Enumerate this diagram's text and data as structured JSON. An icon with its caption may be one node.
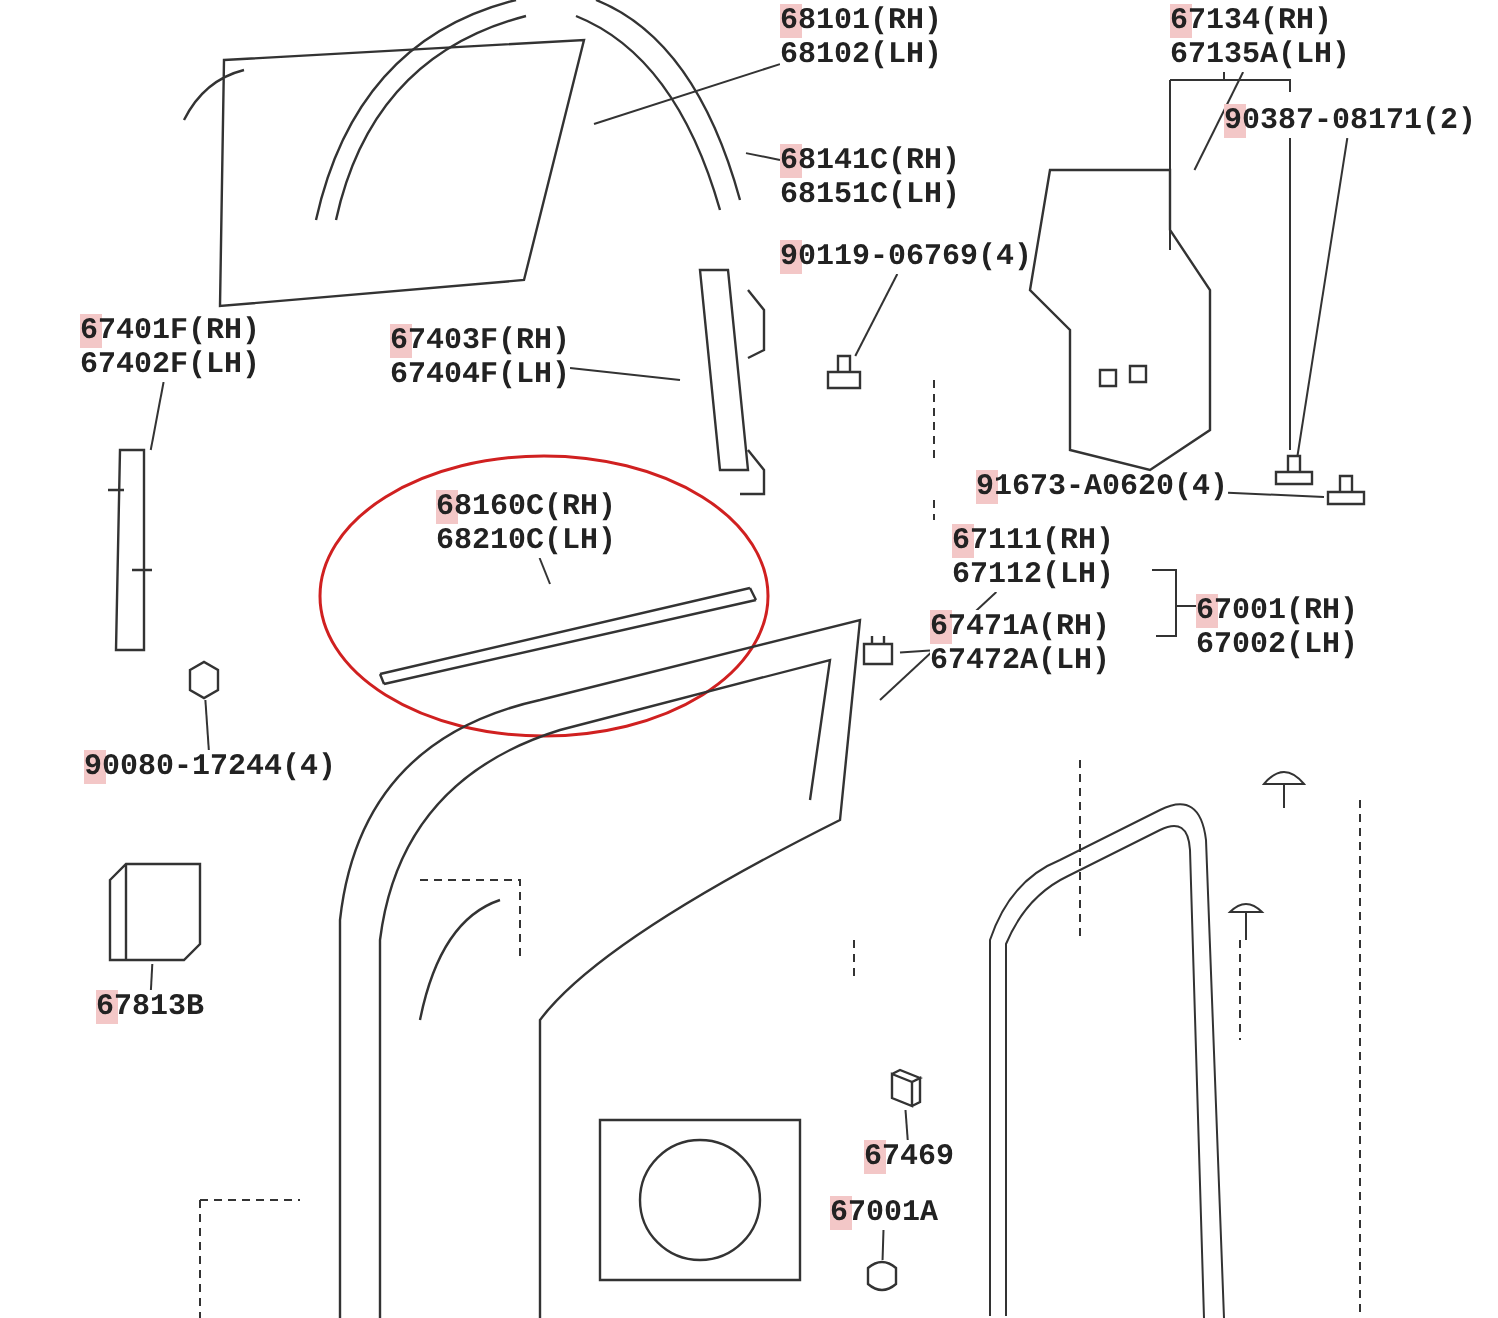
{
  "diagram": {
    "nodes": [
      {
        "text": [
          "68101(RH)",
          "68102(LH)"
        ]
      },
      {
        "text": [
          "67134(RH)",
          "67135A(LH)"
        ]
      },
      {
        "text": [
          "90387-08171(2)"
        ]
      },
      {
        "text": [
          "68141C(RH)",
          "68151C(LH)"
        ]
      },
      {
        "text": [
          "90119-06769(4)"
        ]
      },
      {
        "text": [
          "67401F(RH)",
          "67402F(LH)"
        ]
      },
      {
        "text": [
          "67403F(RH)",
          "67404F(LH)"
        ]
      },
      {
        "text": [
          "91673-A0620(4)"
        ]
      },
      {
        "text": [
          "68160C(RH)",
          "68210C(LH)"
        ]
      },
      {
        "text": [
          "67111(RH)",
          "67112(LH)"
        ]
      },
      {
        "text": [
          "67471A(RH)",
          "67472A(LH)"
        ]
      },
      {
        "text": [
          "67001(RH)",
          "67002(LH)"
        ]
      },
      {
        "text": [
          "90080-17244(4)"
        ]
      },
      {
        "text": [
          "67813B"
        ]
      },
      {
        "text": [
          "67469"
        ]
      },
      {
        "text": [
          "67001A"
        ]
      },
      {
        "text": [],
        "shape": "picture"
      },
      {
        "text": [],
        "shape": "picture"
      },
      {
        "text": [],
        "shape": "picture"
      },
      {
        "text": [],
        "shape": "picture"
      },
      {
        "text": [],
        "shape": "picture"
      },
      {
        "text": [],
        "shape": "picture"
      },
      {
        "text": [],
        "shape": "picture"
      },
      {
        "text": [],
        "shape": "picture"
      },
      {
        "text": [],
        "shape": "picture"
      },
      {
        "text": [],
        "shape": "picture"
      },
      {
        "text": [],
        "shape": "picture"
      },
      {
        "text": [],
        "shape": "picture"
      },
      {
        "text": [],
        "shape": "picture"
      },
      {
        "text": [],
        "shape": "picture"
      },
      {
        "text": [],
        "shape": "picture"
      }
    ],
    "edges": [
      {
        "from": 0,
        "to": 16,
        "arrow": "none"
      },
      {
        "from": 1,
        "to": 17,
        "arrow": "none"
      },
      {
        "from": 2,
        "to": 18,
        "arrow": "none"
      },
      {
        "from": 3,
        "to": 19,
        "arrow": "none"
      },
      {
        "from": 4,
        "to": 20,
        "arrow": "none"
      },
      {
        "from": 5,
        "to": 21,
        "arrow": "none"
      },
      {
        "from": 6,
        "to": 22,
        "arrow": "none"
      },
      {
        "from": 7,
        "to": 23,
        "arrow": "none"
      },
      {
        "from": 8,
        "to": 24,
        "arrow": "none"
      },
      {
        "from": 9,
        "to": 25,
        "arrow": "none"
      },
      {
        "from": 10,
        "to": 26,
        "arrow": "none"
      },
      {
        "from": 12,
        "to": 27,
        "arrow": "none"
      },
      {
        "from": 13,
        "to": 28,
        "arrow": "none"
      },
      {
        "from": 14,
        "to": 29,
        "arrow": "none"
      },
      {
        "from": 15,
        "to": 30,
        "arrow": "none"
      }
    ]
  }
}
